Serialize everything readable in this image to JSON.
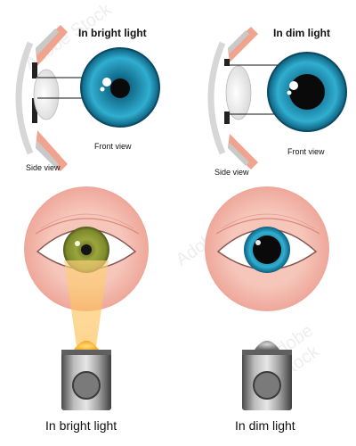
{
  "top": {
    "bright": {
      "title": "In bright light",
      "side_view": "Side view",
      "front_view": "Front view"
    },
    "dim": {
      "title": "In dim light",
      "side_view": "Side view",
      "front_view": "Front view"
    }
  },
  "bottom": {
    "bright_caption": "In bright light",
    "dim_caption": "In dim light"
  },
  "image_id": "905521420",
  "watermark": "Adobe Stock",
  "colors": {
    "iris_blue": "#1f9bc0",
    "iris_green": "#8f9f36",
    "skin": "#f2b9ae",
    "light_beam": "#fcc15b",
    "flashlight_metal": "#8b8b8b"
  }
}
